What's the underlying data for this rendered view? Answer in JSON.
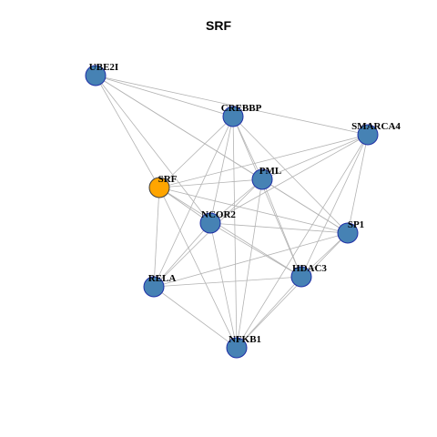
{
  "title": "SRF",
  "colors": {
    "edge": "#b3b3b3",
    "node_fill": "#4682b4",
    "node_stroke": "#1f2fa6",
    "highlight_fill": "#ffa500",
    "highlight_stroke": "#404040",
    "label": "#000000"
  },
  "nodes": [
    {
      "id": "UBE2I",
      "label": "UBE2I",
      "highlight": false
    },
    {
      "id": "CREBBP",
      "label": "CREBBP",
      "highlight": false
    },
    {
      "id": "SMARCA4",
      "label": "SMARCA4",
      "highlight": false
    },
    {
      "id": "SRF",
      "label": "SRF",
      "highlight": true
    },
    {
      "id": "PML",
      "label": "PML",
      "highlight": false
    },
    {
      "id": "NCOR2",
      "label": "NCOR2",
      "highlight": false
    },
    {
      "id": "SP1",
      "label": "SP1",
      "highlight": false
    },
    {
      "id": "RELA",
      "label": "RELA",
      "highlight": false
    },
    {
      "id": "HDAC3",
      "label": "HDAC3",
      "highlight": false
    },
    {
      "id": "NFKB1",
      "label": "NFKB1",
      "highlight": false
    }
  ],
  "edges": [
    [
      "UBE2I",
      "CREBBP"
    ],
    [
      "UBE2I",
      "SMARCA4"
    ],
    [
      "UBE2I",
      "SRF"
    ],
    [
      "UBE2I",
      "PML"
    ],
    [
      "UBE2I",
      "NCOR2"
    ],
    [
      "UBE2I",
      "SP1"
    ],
    [
      "CREBBP",
      "SRF"
    ],
    [
      "CREBBP",
      "PML"
    ],
    [
      "CREBBP",
      "NCOR2"
    ],
    [
      "CREBBP",
      "SP1"
    ],
    [
      "CREBBP",
      "RELA"
    ],
    [
      "CREBBP",
      "HDAC3"
    ],
    [
      "CREBBP",
      "NFKB1"
    ],
    [
      "SMARCA4",
      "SRF"
    ],
    [
      "SMARCA4",
      "PML"
    ],
    [
      "SMARCA4",
      "NCOR2"
    ],
    [
      "SMARCA4",
      "SP1"
    ],
    [
      "SMARCA4",
      "HDAC3"
    ],
    [
      "SMARCA4",
      "NFKB1"
    ],
    [
      "SRF",
      "PML"
    ],
    [
      "SRF",
      "NCOR2"
    ],
    [
      "SRF",
      "SP1"
    ],
    [
      "SRF",
      "RELA"
    ],
    [
      "SRF",
      "HDAC3"
    ],
    [
      "SRF",
      "NFKB1"
    ],
    [
      "PML",
      "NCOR2"
    ],
    [
      "PML",
      "SP1"
    ],
    [
      "PML",
      "RELA"
    ],
    [
      "PML",
      "HDAC3"
    ],
    [
      "PML",
      "NFKB1"
    ],
    [
      "NCOR2",
      "SP1"
    ],
    [
      "NCOR2",
      "RELA"
    ],
    [
      "NCOR2",
      "HDAC3"
    ],
    [
      "NCOR2",
      "NFKB1"
    ],
    [
      "SP1",
      "RELA"
    ],
    [
      "SP1",
      "HDAC3"
    ],
    [
      "SP1",
      "NFKB1"
    ],
    [
      "RELA",
      "HDAC3"
    ],
    [
      "RELA",
      "NFKB1"
    ],
    [
      "HDAC3",
      "NFKB1"
    ]
  ]
}
